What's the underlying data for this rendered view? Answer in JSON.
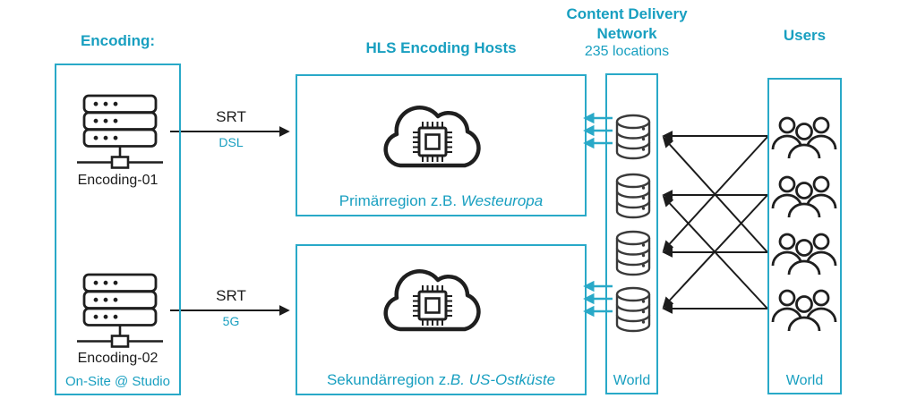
{
  "colors": {
    "teal_text": "#189fc0",
    "teal_border": "#29a9c8",
    "ink": "#1c1c1c"
  },
  "encoding": {
    "title": "Encoding:",
    "server1_label": "Encoding-01",
    "server2_label": "Encoding-02",
    "footnote": "On-Site @ Studio"
  },
  "links": {
    "link1": {
      "protocol": "SRT",
      "transport": "DSL"
    },
    "link2": {
      "protocol": "SRT",
      "transport": "5G"
    }
  },
  "hls": {
    "title": "HLS Encoding Hosts",
    "primary": {
      "label_regular": "Primärregion z.B. ",
      "label_italic": "Westeuropa"
    },
    "secondary": {
      "label_regular": "Sekundärregion z.",
      "label_italic": "B. US-Ostküste"
    }
  },
  "cdn": {
    "title_line1": "Content Delivery",
    "title_line2": "Network",
    "subtitle": "235 locations",
    "world_label": "World"
  },
  "users": {
    "title": "Users",
    "world_label": "World"
  }
}
